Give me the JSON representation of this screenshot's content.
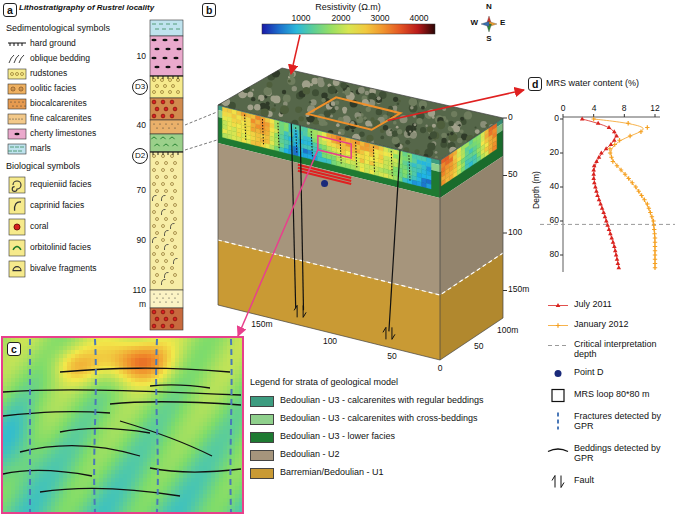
{
  "diagram": {
    "nodes": [
      {
        "text": [
          "a"
        ]
      },
      {
        "text": [
          "D3"
        ]
      },
      {
        "text": [
          "D2"
        ]
      },
      {
        "text": [
          "b"
        ]
      },
      {
        "text": [
          "c"
        ]
      },
      {
        "text": [
          "d"
        ]
      }
    ],
    "labels": [
      "Lithostratigraphy of Rustrel locality",
      "Sedimentological symbols",
      "Biological symbols",
      "10",
      "40",
      "70",
      "90",
      "110",
      "m",
      "Resistivity (Ω.m)",
      "1000",
      "2000",
      "3000",
      "4000",
      "N",
      "W",
      "E",
      "S",
      "0",
      "50",
      "100",
      "150m",
      "150m",
      "100",
      "50",
      "0",
      "100m",
      "50",
      "Legend for strata of geological model",
      "MRS water content (%)",
      "0",
      "4",
      "8",
      "12",
      "Depth (m)",
      "0",
      "20",
      "40",
      "60",
      "80"
    ],
    "legend": [
      {
        "text": "hard ground"
      },
      {
        "text": "oblique bedding"
      },
      {
        "text": "rudstones"
      },
      {
        "text": "oolitic facies"
      },
      {
        "text": "biocalcarenites"
      },
      {
        "text": "fine calcarenites"
      },
      {
        "text": "cherty limestones"
      },
      {
        "text": "marls"
      },
      {
        "text": "requieniid facies"
      },
      {
        "text": "caprinid facies"
      },
      {
        "text": "coral"
      },
      {
        "text": "orbitolinid facies"
      },
      {
        "text": "bivalve fragments"
      },
      {
        "text": "Bedoulian - U3 - calcarenites with regular beddings",
        "color": "#3d9c80"
      },
      {
        "text": "Bedoulian - U3 - calcarenites with cross-beddings",
        "color": "#8fd08c"
      },
      {
        "text": "Bedoulian - U3 - lower facies",
        "color": "#1e7a32"
      },
      {
        "text": "Bedoulian - U2",
        "color": "#a6957c"
      },
      {
        "text": "Barremian/Bedoulian - U1",
        "color": "#c99a34"
      },
      {
        "text": "July 2011"
      },
      {
        "text": "January 2012"
      },
      {
        "text": "Critical interpretation depth"
      },
      {
        "text": "Point D"
      },
      {
        "text": "MRS loop 80*80 m"
      },
      {
        "text": "Fractures detected by GPR"
      },
      {
        "text": "Beddings detected by GPR"
      },
      {
        "text": "Fault"
      }
    ]
  }
}
